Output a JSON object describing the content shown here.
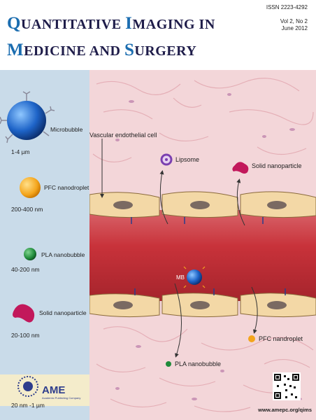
{
  "journal": {
    "title_line1": "Quantitative Imaging in",
    "title_line2": "Medicine and Surgery",
    "issn": "ISSN 2223-4292",
    "volume": "Vol 2, No 2",
    "date": "June 2012",
    "url": "www.amepc.org/qims"
  },
  "sidebar": {
    "items": [
      {
        "label": "Microbubble",
        "size": "1-4 µm",
        "color": "#1e64c8",
        "icon": "microbubble-icon"
      },
      {
        "label": "PFC nanodroplet",
        "size": "200-400 nm",
        "color": "#f4a51c",
        "icon": "pfc-nanodroplet-icon"
      },
      {
        "label": "PLA nanobubble",
        "size": "40-200 nm",
        "color": "#1f8a3a",
        "icon": "pla-nanobubble-icon"
      },
      {
        "label": "Solid nanoparticle",
        "size": "20-100 nm",
        "color": "#c2185b",
        "icon": "solid-nanoparticle-icon"
      },
      {
        "label": "",
        "size": "20 nm -1 µm",
        "color": "#7b3fb0",
        "icon": "liposome-icon"
      }
    ]
  },
  "diagram": {
    "vascular_label": "Vascular endothelial cell",
    "liposome_label": "Lipsome",
    "solid_np_label": "Solid nanoparticle",
    "mb_label": "MB",
    "pfc_label": "PFC nandroplet",
    "pla_label": "PLA nanobubble",
    "vessel_color": "#c8323a",
    "tissue_color": "#f3d6d9"
  },
  "publisher": {
    "name": "AME",
    "tagline": "Academic Publishing Company"
  }
}
